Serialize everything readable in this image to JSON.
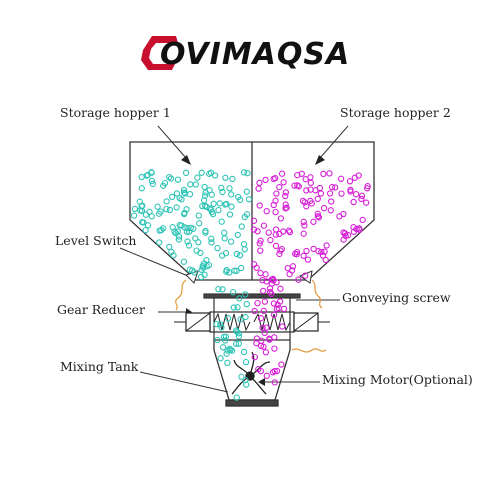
{
  "brand": {
    "name": "COVIMAQSA",
    "tail": "OVIMAQSA",
    "color": "#c8102e",
    "text_color": "#111111"
  },
  "labels": {
    "hopper1": "Storage hopper 1",
    "hopper2": "Storage hopper 2",
    "level_switch": "Level Switch",
    "gear_reducer": "Gear Reducer",
    "conveying_screw": "Gonveying screw",
    "mixing_tank": "Mixing Tank",
    "mixing_motor": "Mixing Motor(Optional)"
  },
  "materials": {
    "left_color": "#2ec4b6",
    "right_color": "#d61fd6",
    "wire_color": "#e09a3a",
    "line_color": "#333333"
  }
}
